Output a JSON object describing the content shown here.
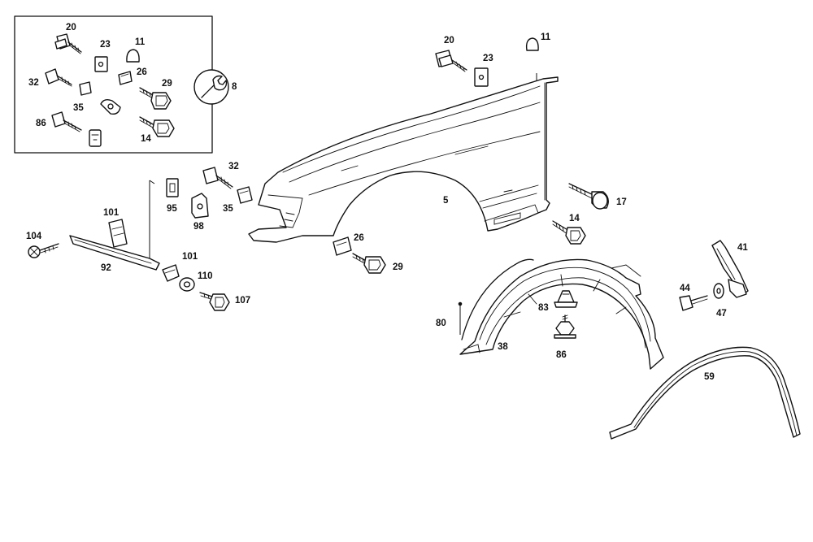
{
  "inset_box": {
    "labels": [
      "20",
      "23",
      "11",
      "26",
      "32",
      "29",
      "35",
      "86",
      "14"
    ]
  },
  "inset_symbol": {
    "label": "8",
    "icon": "wrench-icon"
  },
  "main_labels": [
    "20",
    "23",
    "11",
    "32",
    "95",
    "98",
    "35",
    "5",
    "17",
    "14",
    "101",
    "104",
    "92",
    "101",
    "110",
    "107",
    "26",
    "29",
    "41",
    "44",
    "47",
    "83",
    "80",
    "38",
    "86",
    "59"
  ]
}
